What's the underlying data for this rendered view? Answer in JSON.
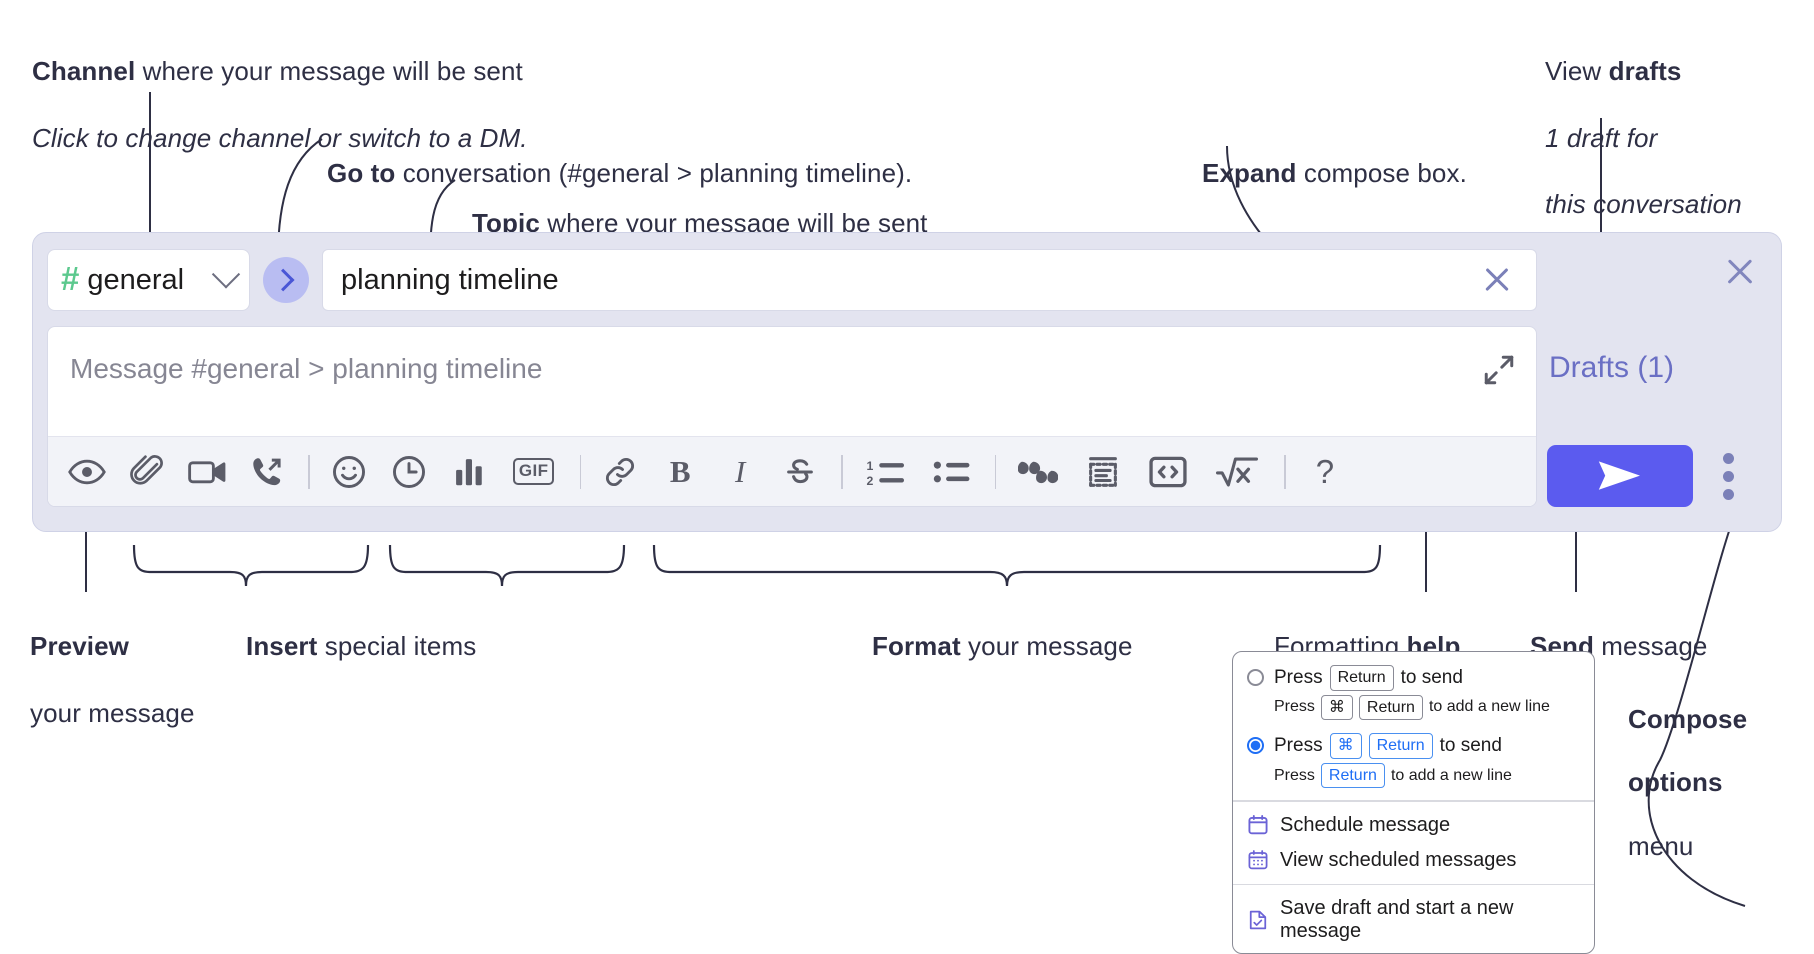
{
  "annotations": {
    "channel": {
      "bold": "Channel",
      "rest": " where your message will be sent",
      "italic": "Click to change channel or switch to a DM."
    },
    "goto": {
      "bold": "Go to",
      "rest": " conversation (#general > planning timeline)."
    },
    "topic": {
      "bold": "Topic",
      "rest": " where your message will be sent"
    },
    "expand": {
      "bold": "Expand",
      "rest": " compose box."
    },
    "drafts": {
      "lead": "View ",
      "bold": "drafts",
      "italic_line1": "1 draft for",
      "italic_line2": "this conversation"
    },
    "preview": {
      "bold": "Preview",
      "rest": "your message"
    },
    "insert": {
      "bold": "Insert",
      "rest": " special items"
    },
    "format": {
      "bold": "Format",
      "rest": " your message"
    },
    "help": {
      "lead": "Formatting ",
      "bold": "help"
    },
    "send": {
      "bold": "Send",
      "rest": " message"
    },
    "compose_options": {
      "bold_line1": "Compose",
      "bold_line2": "options",
      "rest": "menu"
    }
  },
  "compose": {
    "channel": {
      "hash": "#",
      "name": "general",
      "dropdown_icon": "chevron-down-icon"
    },
    "goto_icon": "chevron-right-icon",
    "topic": {
      "value": "planning timeline",
      "clear_icon": "close-icon"
    },
    "message": {
      "placeholder": "Message #general > planning timeline",
      "value": ""
    },
    "expand_icon": "expand-icon",
    "toolbar": [
      {
        "name": "preview-button",
        "icon": "eye-icon",
        "label": "Preview"
      },
      {
        "name": "attach-button",
        "icon": "paperclip-icon",
        "label": "Attach file"
      },
      {
        "name": "video-button",
        "icon": "video-camera-icon",
        "label": "Record video clip"
      },
      {
        "name": "audio-button",
        "icon": "phone-arrow-icon",
        "label": "Record audio clip"
      },
      {
        "name": "emoji-button",
        "icon": "smiley-icon",
        "label": "Emoji"
      },
      {
        "name": "reminder-button",
        "icon": "clock-icon",
        "label": "Reminder"
      },
      {
        "name": "poll-button",
        "icon": "bar-chart-icon",
        "label": "Poll"
      },
      {
        "name": "gif-button",
        "icon": "gif-icon",
        "label": "GIF"
      },
      {
        "name": "link-button",
        "icon": "link-icon",
        "label": "Link"
      },
      {
        "name": "bold-button",
        "icon": "bold-icon",
        "label": "B"
      },
      {
        "name": "italic-button",
        "icon": "italic-icon",
        "label": "I"
      },
      {
        "name": "strikethrough-button",
        "icon": "strikethrough-icon",
        "label": "S"
      },
      {
        "name": "ordered-list-button",
        "icon": "ordered-list-icon",
        "label": "Ordered list"
      },
      {
        "name": "bullet-list-button",
        "icon": "bullet-list-icon",
        "label": "Bulleted list"
      },
      {
        "name": "blockquote-button",
        "icon": "quote-icon",
        "label": "Blockquote"
      },
      {
        "name": "code-block-button",
        "icon": "code-block-icon",
        "label": "Code block"
      },
      {
        "name": "code-button",
        "icon": "code-brackets-icon",
        "label": "Code"
      },
      {
        "name": "math-button",
        "icon": "square-root-icon",
        "label": "Math"
      },
      {
        "name": "help-button",
        "icon": "question-mark-icon",
        "label": "?"
      }
    ],
    "gif_label": "GIF",
    "bold_label": "B",
    "italic_label": "I",
    "help_label": "?",
    "drafts_label": "Drafts (1)",
    "send_icon": "send-paper-plane-icon",
    "options_icon": "vertical-dots-icon",
    "close_icon": "close-icon"
  },
  "options_menu": {
    "option1": {
      "selected": false,
      "press": "Press",
      "key": "Return",
      "suffix": "to send",
      "sub_press": "Press",
      "sub_key1": "⌘",
      "sub_key2": "Return",
      "sub_suffix": "to add a new line"
    },
    "option2": {
      "selected": true,
      "press": "Press",
      "key1": "⌘",
      "key2": "Return",
      "suffix": "to send",
      "sub_press": "Press",
      "sub_key": "Return",
      "sub_suffix": "to add a new line"
    },
    "items": [
      {
        "name": "schedule-message-item",
        "icon": "calendar-icon",
        "label": "Schedule message"
      },
      {
        "name": "view-scheduled-item",
        "icon": "calendar-grid-icon",
        "label": "View scheduled messages"
      },
      {
        "name": "save-draft-item",
        "icon": "document-check-icon",
        "label": "Save draft and start a new message"
      }
    ]
  },
  "colors": {
    "panel_bg": "#e3e4f0",
    "accent_purple": "#5b5bef",
    "drafts_text": "#6a6fc4",
    "hash_green": "#5cc98e",
    "goto_bubble": "#b9bdf2",
    "toolbar_bg": "#f2f3f8",
    "text": "#2e2f44",
    "key_blue": "#1e6ef5"
  }
}
